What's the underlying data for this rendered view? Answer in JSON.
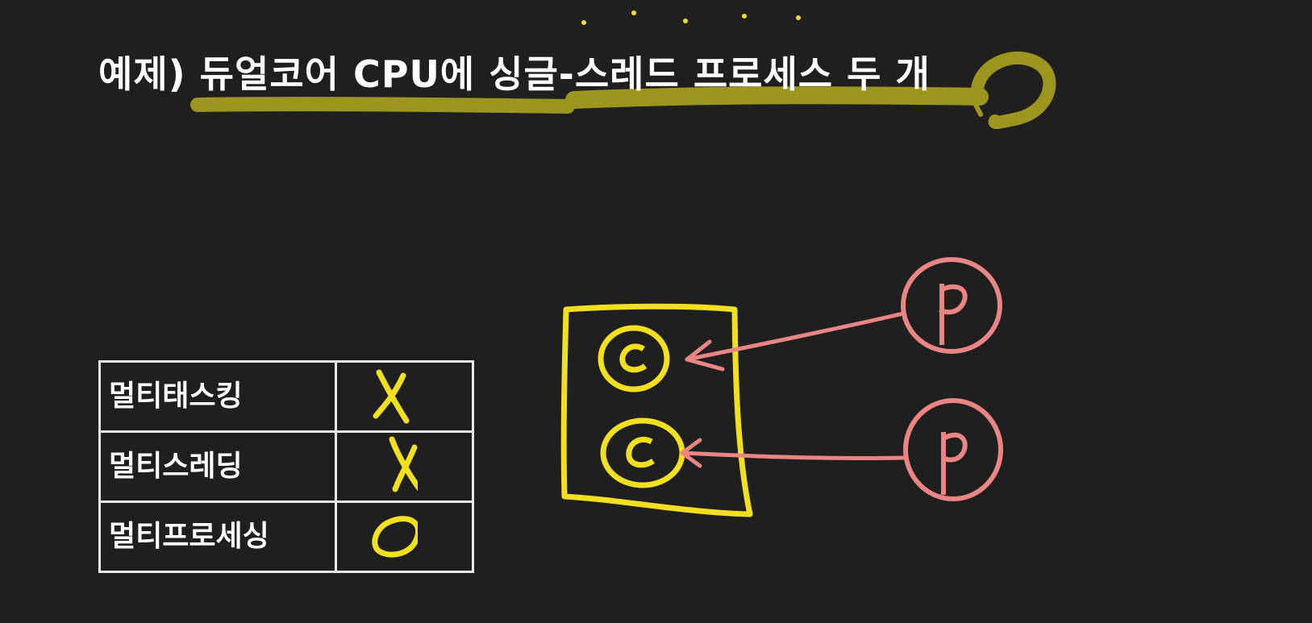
{
  "title": "예제) 듀얼코어 CPU에 싱글-스레드 프로세스 두 개",
  "table": {
    "rows": [
      {
        "label": "멀티태스킹",
        "mark": "X"
      },
      {
        "label": "멀티스레딩",
        "mark": "X"
      },
      {
        "label": "멀티프로세싱",
        "mark": "O"
      }
    ]
  },
  "diagram": {
    "core_label": "C",
    "process_label": "P"
  },
  "colors": {
    "background": "#1f1f20",
    "yellow_ink": "#f2e01f",
    "red_ink": "#ea8584",
    "highlight": "#b3ab1e",
    "text": "#ffffff"
  }
}
